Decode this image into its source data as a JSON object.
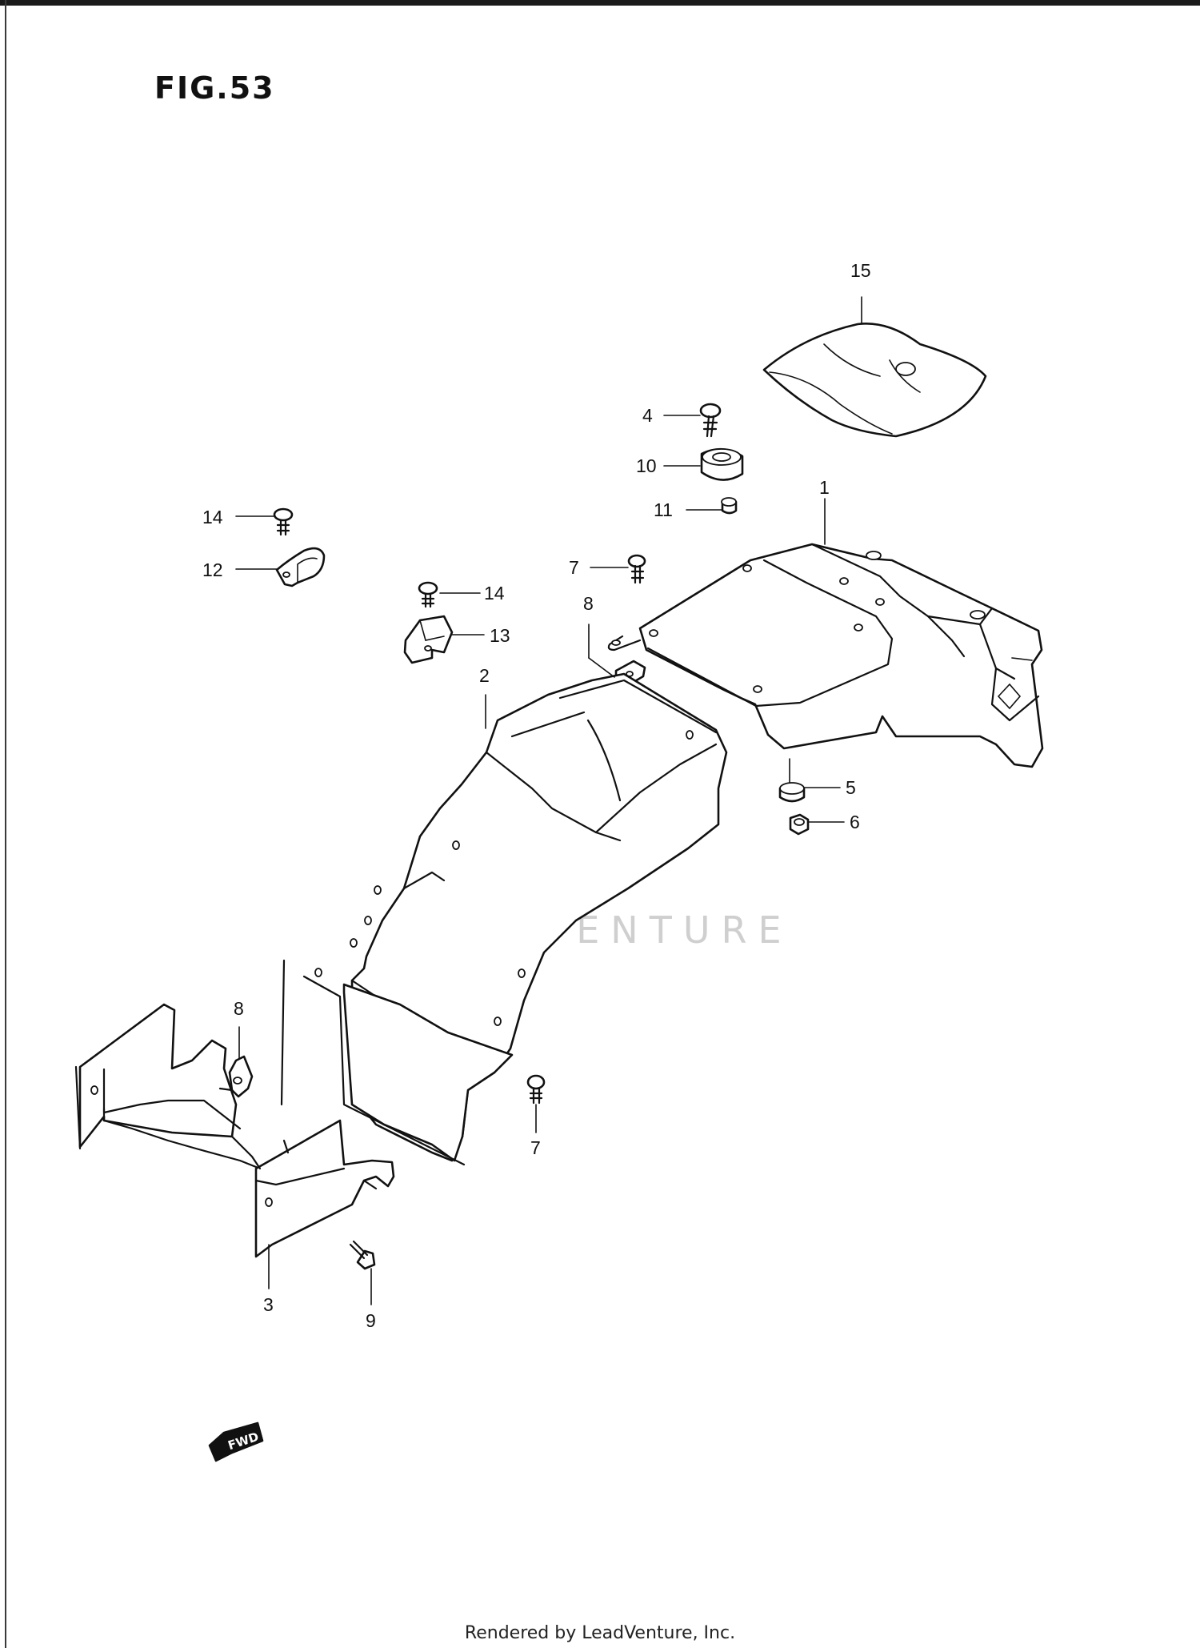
{
  "figure": {
    "title": "FIG.53"
  },
  "callouts": [
    "15",
    "4",
    "10",
    "11",
    "1",
    "14",
    "12",
    "14",
    "13",
    "7",
    "8",
    "2",
    "5",
    "6",
    "8",
    "7",
    "3",
    "9"
  ],
  "fwd_label": "FWD",
  "watermark": {
    "text": "LEADVENTURE"
  },
  "footer": {
    "text": "Rendered by LeadVenture, Inc."
  }
}
